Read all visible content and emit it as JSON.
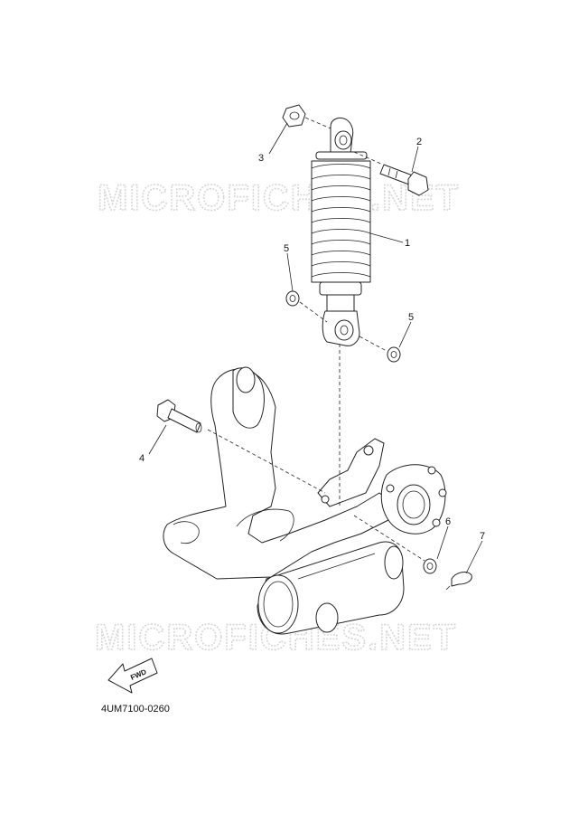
{
  "watermark": "MICROFICHES.NET",
  "diagram_code": "4UM7100-0260",
  "fwd_label": "FWD",
  "callouts": {
    "c1": "1",
    "c2": "2",
    "c3": "3",
    "c4": "4",
    "c5a": "5",
    "c5b": "5",
    "c6": "6",
    "c7": "7"
  }
}
